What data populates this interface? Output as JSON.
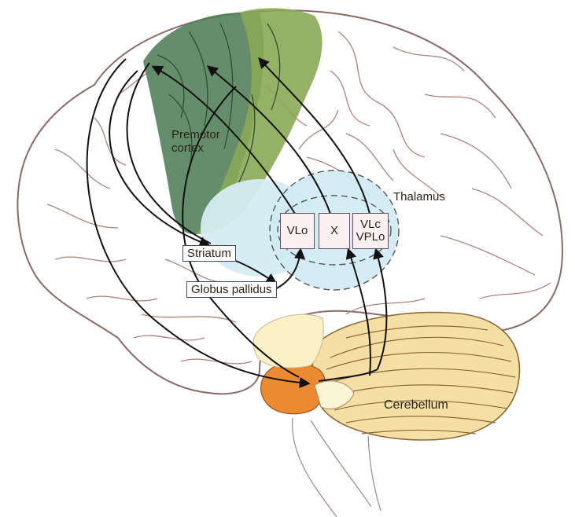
{
  "labels": {
    "premotor_line1": "Premotor",
    "premotor_line2": "cortex",
    "thalamus": "Thalamus",
    "cerebellum": "Cerebellum",
    "striatum": "Striatum",
    "globus_pallidus": "Globus pallidus"
  },
  "thalamic_nuclei": {
    "vlo": "VLo",
    "x": "X",
    "vlc_line1": "VLc",
    "vlc_line2": "VPLo"
  },
  "colors": {
    "premotor_dark": "#4f7d57",
    "premotor_light": "#8aa855",
    "thalamus_fill": "#cfeaf2",
    "basal_ganglia_fill": "#d5ecf3",
    "cerebellum_fill": "#f6dfa4",
    "pons_fill": "#eb8a2e",
    "nucleus_fill": "#fbf0f2",
    "brain_outline": "#8a6a68"
  }
}
